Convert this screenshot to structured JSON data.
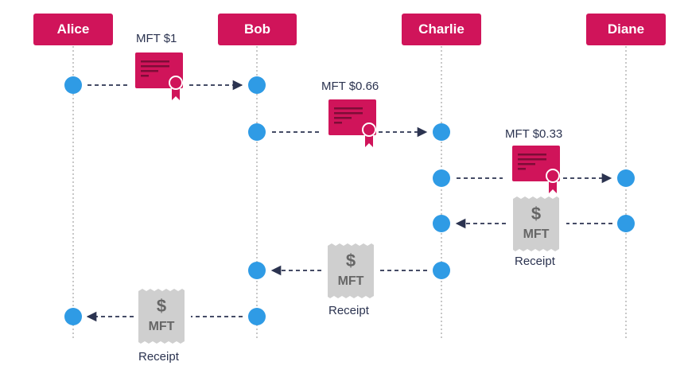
{
  "actors": [
    "Alice",
    "Bob",
    "Charlie",
    "Diane"
  ],
  "payments": [
    "MFT $1",
    "MFT $0.66",
    "MFT $0.33"
  ],
  "receipt": {
    "symbol": "$",
    "unit": "MFT",
    "label": "Receipt"
  },
  "colors": {
    "actor_fill": "#d0145a",
    "node_fill": "#2f9be5",
    "arrow": "#2b3350",
    "lifeline": "#b5b5b5",
    "receipt_fill": "#cfcfcf"
  },
  "icons": [
    "certificate-icon",
    "receipt-icon"
  ]
}
